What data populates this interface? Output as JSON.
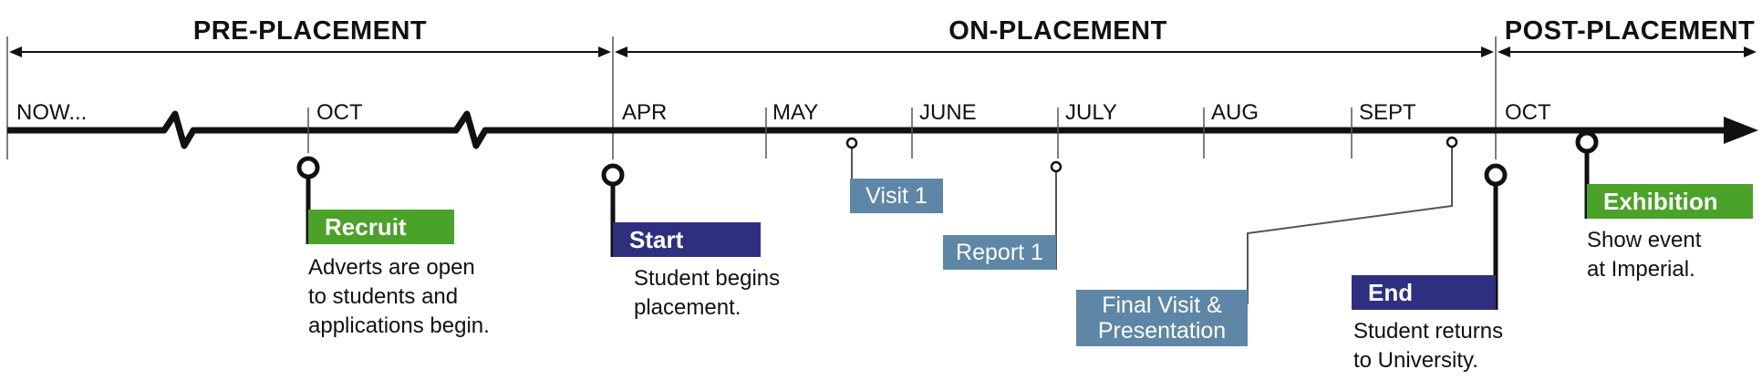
{
  "phases": {
    "pre": "PRE-PLACEMENT",
    "on": "ON-PLACEMENT",
    "post": "POST-PLACEMENT"
  },
  "months": {
    "now": "NOW...",
    "oct1": "OCT",
    "apr": "APR",
    "may": "MAY",
    "june": "JUNE",
    "july": "JULY",
    "aug": "AUG",
    "sept": "SEPT",
    "oct2": "OCT"
  },
  "milestones": {
    "recruit": {
      "label": "Recruit",
      "color": "#4aa228",
      "lines": [
        "Adverts are open",
        "to students and",
        "applications begin."
      ]
    },
    "start": {
      "label": "Start",
      "color": "#2f2f7f",
      "lines": [
        "Student begins",
        "placement."
      ]
    },
    "visit1": {
      "label": "Visit 1",
      "color": "#5e86a6"
    },
    "report1": {
      "label": "Report 1",
      "color": "#5e86a6"
    },
    "final": {
      "label_line1": "Final Visit &",
      "label_line2": "Presentation",
      "color": "#5e86a6"
    },
    "end": {
      "label": "End",
      "color": "#2f2f7f",
      "lines": [
        "Student returns",
        "to University."
      ]
    },
    "exhibition": {
      "label": "Exhibition",
      "color": "#4aa228",
      "lines": [
        "Show event",
        "at Imperial."
      ]
    }
  }
}
